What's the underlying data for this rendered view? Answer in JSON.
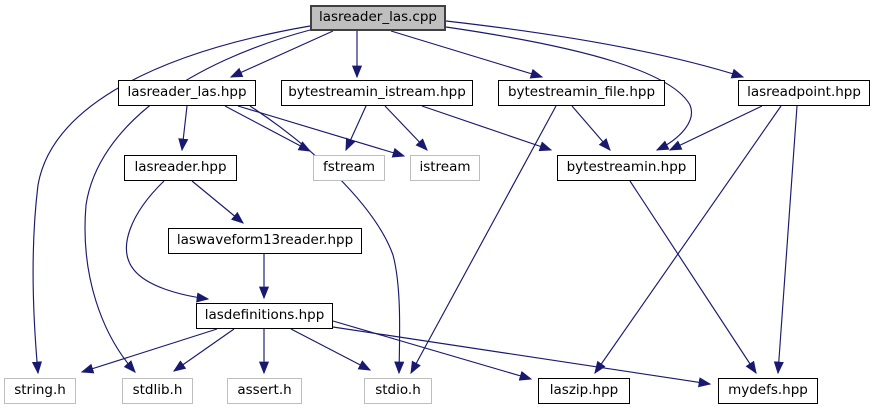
{
  "colors": {
    "edge-color": "#191970",
    "root-fill": "#bfbfbf",
    "root-border": "#404040",
    "project-border": "#000000",
    "system-border": "#bebebe",
    "text-color": "#000000",
    "bg": "#ffffff"
  },
  "diagram": {
    "type": "doxygen-include-dependency-graph",
    "root": "lasreader_las.cpp",
    "nodes": {
      "cpp": {
        "label": "lasreader_las.cpp",
        "kind": "source"
      },
      "lasreader_las_hpp": {
        "label": "lasreader_las.hpp",
        "kind": "project"
      },
      "bytestreamin_istream_hpp": {
        "label": "bytestreamin_istream.hpp",
        "kind": "project"
      },
      "bytestreamin_file_hpp": {
        "label": "bytestreamin_file.hpp",
        "kind": "project"
      },
      "lasreadpoint_hpp": {
        "label": "lasreadpoint.hpp",
        "kind": "project"
      },
      "lasreader_hpp": {
        "label": "lasreader.hpp",
        "kind": "project"
      },
      "fstream": {
        "label": "fstream",
        "kind": "system"
      },
      "istream": {
        "label": "istream",
        "kind": "system"
      },
      "bytestreamin_hpp": {
        "label": "bytestreamin.hpp",
        "kind": "project"
      },
      "laswaveform13reader_hpp": {
        "label": "laswaveform13reader.hpp",
        "kind": "project"
      },
      "lasdefinitions_hpp": {
        "label": "lasdefinitions.hpp",
        "kind": "project"
      },
      "string_h": {
        "label": "string.h",
        "kind": "system"
      },
      "stdlib_h": {
        "label": "stdlib.h",
        "kind": "system"
      },
      "assert_h": {
        "label": "assert.h",
        "kind": "system"
      },
      "stdio_h": {
        "label": "stdio.h",
        "kind": "system"
      },
      "laszip_hpp": {
        "label": "laszip.hpp",
        "kind": "project"
      },
      "mydefs_hpp": {
        "label": "mydefs.hpp",
        "kind": "project"
      }
    },
    "edges": [
      {
        "from": "lasreader_las.cpp",
        "to": "lasreader_las.hpp"
      },
      {
        "from": "lasreader_las.cpp",
        "to": "bytestreamin_istream.hpp"
      },
      {
        "from": "lasreader_las.cpp",
        "to": "bytestreamin_file.hpp"
      },
      {
        "from": "lasreader_las.cpp",
        "to": "lasreadpoint.hpp"
      },
      {
        "from": "lasreader_las.cpp",
        "to": "bytestreamin.hpp"
      },
      {
        "from": "lasreader_las.cpp",
        "to": "string.h"
      },
      {
        "from": "lasreader_las.cpp",
        "to": "stdlib.h"
      },
      {
        "from": "lasreader_las.hpp",
        "to": "lasreader.hpp"
      },
      {
        "from": "lasreader_las.hpp",
        "to": "fstream"
      },
      {
        "from": "lasreader_las.hpp",
        "to": "istream"
      },
      {
        "from": "lasreader_las.hpp",
        "to": "stdio.h"
      },
      {
        "from": "bytestreamin_istream.hpp",
        "to": "fstream"
      },
      {
        "from": "bytestreamin_istream.hpp",
        "to": "istream"
      },
      {
        "from": "bytestreamin_istream.hpp",
        "to": "bytestreamin.hpp"
      },
      {
        "from": "bytestreamin_file.hpp",
        "to": "bytestreamin.hpp"
      },
      {
        "from": "bytestreamin_file.hpp",
        "to": "stdio.h"
      },
      {
        "from": "lasreadpoint.hpp",
        "to": "bytestreamin.hpp"
      },
      {
        "from": "lasreadpoint.hpp",
        "to": "laszip.hpp"
      },
      {
        "from": "lasreadpoint.hpp",
        "to": "mydefs.hpp"
      },
      {
        "from": "bytestreamin.hpp",
        "to": "mydefs.hpp"
      },
      {
        "from": "lasreader.hpp",
        "to": "laswaveform13reader.hpp"
      },
      {
        "from": "lasreader.hpp",
        "to": "lasdefinitions.hpp"
      },
      {
        "from": "laswaveform13reader.hpp",
        "to": "lasdefinitions.hpp"
      },
      {
        "from": "lasdefinitions.hpp",
        "to": "string.h"
      },
      {
        "from": "lasdefinitions.hpp",
        "to": "stdlib.h"
      },
      {
        "from": "lasdefinitions.hpp",
        "to": "assert.h"
      },
      {
        "from": "lasdefinitions.hpp",
        "to": "stdio.h"
      },
      {
        "from": "lasdefinitions.hpp",
        "to": "laszip.hpp"
      },
      {
        "from": "lasdefinitions.hpp",
        "to": "mydefs.hpp"
      }
    ]
  }
}
